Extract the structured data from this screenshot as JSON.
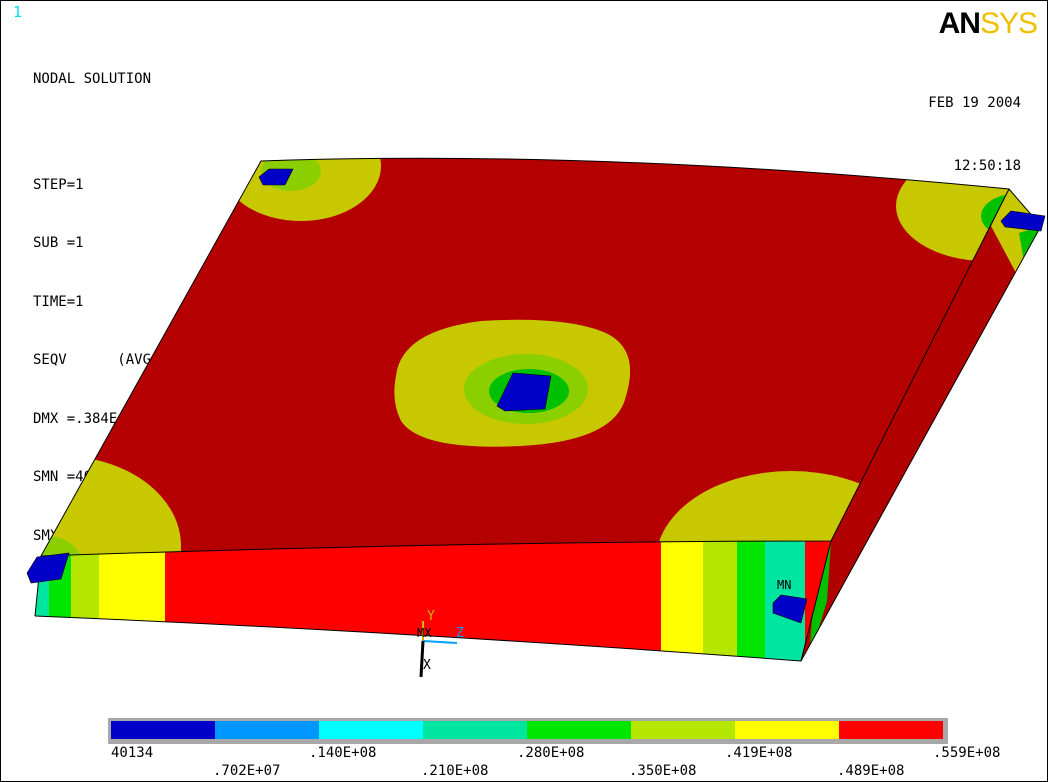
{
  "window_number": "1",
  "title": "NODAL SOLUTION",
  "info_lines": [
    "STEP=1",
    "SUB =1",
    "TIME=1",
    "SEQV      (AVG)",
    "DMX =.384E-05",
    "SMN =40134",
    "SMX =.559E+08"
  ],
  "logo": {
    "bold": "AN",
    "light": "SYS"
  },
  "date": "FEB 19 2004",
  "time": "12:50:18",
  "mn_label": "MN",
  "mx_label": "MX",
  "triad": {
    "y": "Y",
    "z": "Z",
    "x": "X"
  },
  "legend": {
    "colors": [
      "#0000c8",
      "#0096ff",
      "#00ffff",
      "#00e6a0",
      "#00e600",
      "#b4e600",
      "#ffff00",
      "#ff0000"
    ],
    "bottom_row_values": [
      "40134",
      ".140E+08",
      ".280E+08",
      ".419E+08",
      ".559E+08"
    ],
    "top_row_values": [
      ".702E+07",
      ".210E+08",
      ".350E+08",
      ".489E+08"
    ]
  },
  "colors": {
    "red": "#ff0000",
    "dark_red": "#b00000",
    "yellow": "#ffff00",
    "olive": "#c8c800",
    "green": "#00c000",
    "blue": "#0000c8"
  }
}
